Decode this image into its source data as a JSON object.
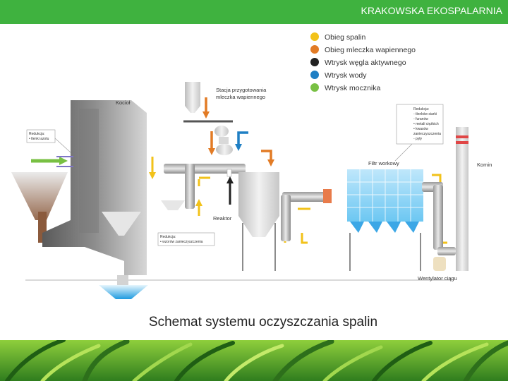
{
  "header": {
    "title": "KRAKOWSKA EKOSPALARNIA"
  },
  "caption": "Schemat systemu oczyszczania spalin",
  "legend": [
    {
      "label": "Obieg spalin",
      "color": "#f2c21a"
    },
    {
      "label": "Obieg mleczka wapiennego",
      "color": "#e27b25"
    },
    {
      "label": "Wtrysk węgla aktywnego",
      "color": "#222222"
    },
    {
      "label": "Wtrysk wody",
      "color": "#1f7fc4"
    },
    {
      "label": "Wtrysk mocznika",
      "color": "#78c043"
    }
  ],
  "labels": {
    "kociol": "Kocioł",
    "stacja_line1": "Stacja przygotowania",
    "stacja_line2": "mleczka wapiennego",
    "reaktor": "Reaktor",
    "filtr": "Filtr workowy",
    "komin": "Komin",
    "wentylator": "Wentylator ciągu"
  },
  "callouts": {
    "redukcja_left": [
      "Redukcja:",
      "• tlenki azotu"
    ],
    "redukcja_mid": [
      "Redukcja:",
      "• wzorów zanieczyszczenia"
    ],
    "redukcja_right": [
      "Redukcja:",
      "- tlenków siarki",
      "- furanów",
      "• metali ciężkich",
      "• kwasów",
      "zanieczyszczenia",
      "- pyły"
    ]
  }
}
